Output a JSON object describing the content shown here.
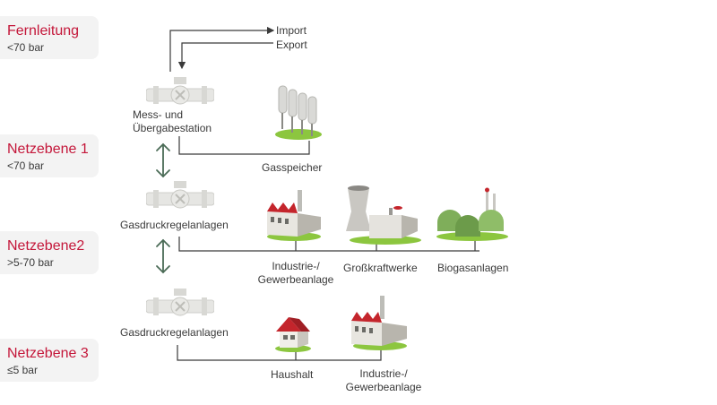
{
  "levels": [
    {
      "name": "Fernleitung",
      "pressure": "<70 bar"
    },
    {
      "name": "Netzebene 1",
      "pressure": "<70 bar"
    },
    {
      "name": "Netzebene2",
      "pressure": ">5-70 bar"
    },
    {
      "name": "Netzebene 3",
      "pressure": "≤5 bar"
    }
  ],
  "transfer": {
    "import": "Import",
    "export": "Export"
  },
  "stations": {
    "mess": "Mess- und Übergabestation",
    "gdr1": "Gasdruckregelanlagen",
    "gdr2": "Gasdruckregelanlagen"
  },
  "consumers": {
    "gasspeicher": "Gasspeicher",
    "industrie1": "Industrie-/ Gewerbeanlage",
    "kraftwerke": "Großkraftwerke",
    "biogas": "Biogasanlagen",
    "haushalt": "Haushalt",
    "industrie2": "Industrie-/ Gewerbeanlage"
  },
  "colors": {
    "accent": "#c4173a",
    "arrow": "#4a6b56",
    "line": "#3a3a3a",
    "box": "#f3f3f3"
  }
}
